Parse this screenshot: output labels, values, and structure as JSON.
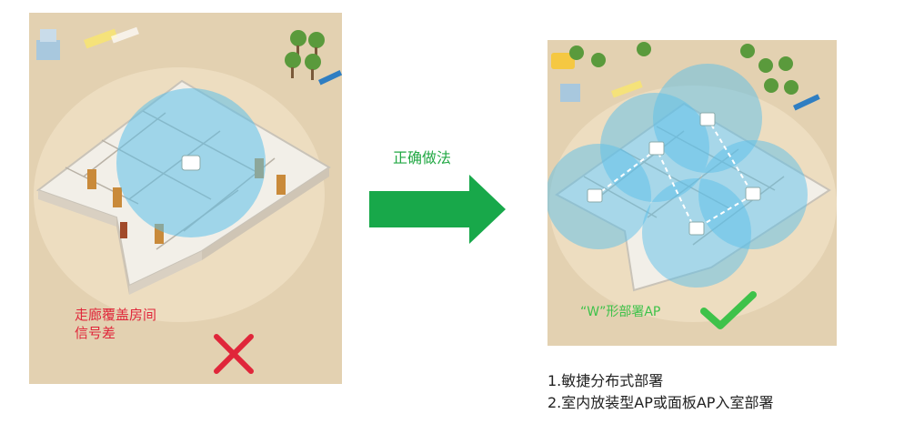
{
  "colors": {
    "ground": "#e3d1b1",
    "coverage": "#5bc0ea",
    "arrow": "#18a84a",
    "error": "#e0263a",
    "success": "#3ec24a"
  },
  "left_panel": {
    "note_line1": "走廊覆盖房间",
    "note_line2": "信号差",
    "mark_icon": "cross-icon"
  },
  "arrow": {
    "label": "正确做法",
    "icon": "right-arrow-icon"
  },
  "right_panel": {
    "label": "“W”形部署AP",
    "mark_icon": "checkmark-icon"
  },
  "notes": {
    "line1": "1.敏捷分布式部署",
    "line2": "2.室内放装型AP或面板AP入室部署"
  }
}
